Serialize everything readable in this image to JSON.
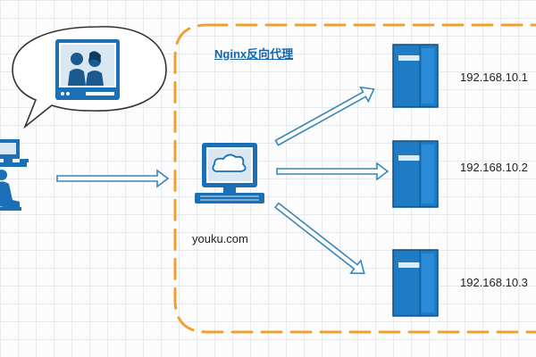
{
  "title": "Nginx反向代理",
  "proxy": {
    "label": "youku.com"
  },
  "servers": [
    {
      "ip": "192.168.10.1",
      "icon": "server-icon"
    },
    {
      "ip": "192.168.10.2",
      "icon": "server-icon"
    },
    {
      "ip": "192.168.10.3",
      "icon": "server-icon"
    }
  ],
  "client": {
    "icon": "user-at-computer-icon",
    "bubble_icon": "tv-icon"
  },
  "colors": {
    "boundary": "#f0a030",
    "accent": "#1a6fb5",
    "server": "#1e7bc4",
    "arrow_outline": "#3a86b8",
    "title": "#1565a8"
  }
}
